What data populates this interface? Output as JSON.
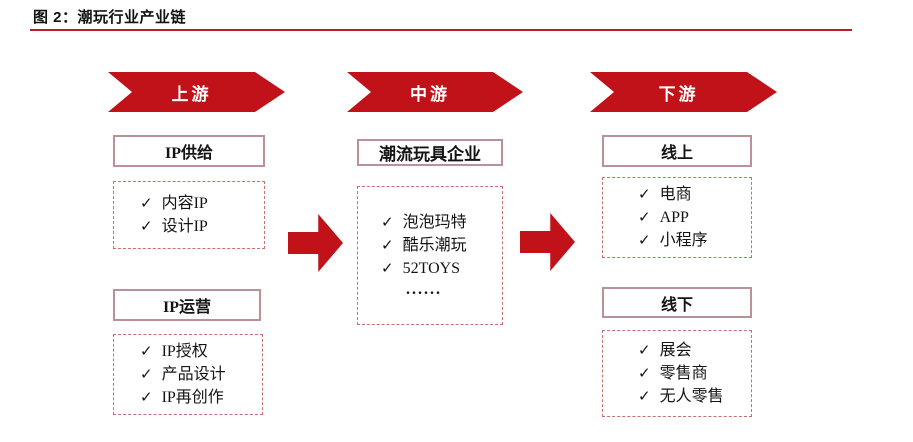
{
  "figure": {
    "title": "图 2：潮玩行业产业链"
  },
  "check_glyph": "✓",
  "more_glyph": "......",
  "colors": {
    "accent_red": "#C1121A",
    "title_rule_red": "#B42025",
    "header_box_border": "#BC9099",
    "dashed_box_border": "#C96F6F",
    "text": "#141414",
    "banner_text": "#FFFFFF"
  },
  "columns": [
    {
      "banner": "上游",
      "sections": [
        {
          "header": "IP供给",
          "items": [
            "内容IP",
            "设计IP"
          ]
        },
        {
          "header": "IP运营",
          "items": [
            "IP授权",
            "产品设计",
            "IP再创作"
          ]
        }
      ]
    },
    {
      "banner": "中游",
      "sections": [
        {
          "header": "潮流玩具企业",
          "items": [
            "泡泡玛特",
            "酷乐潮玩",
            "52TOYS"
          ]
        }
      ]
    },
    {
      "banner": "下游",
      "sections": [
        {
          "header": "线上",
          "items": [
            "电商",
            "APP",
            "小程序"
          ]
        },
        {
          "header": "线下",
          "items": [
            "展会",
            "零售商",
            "无人零售"
          ]
        }
      ]
    }
  ]
}
